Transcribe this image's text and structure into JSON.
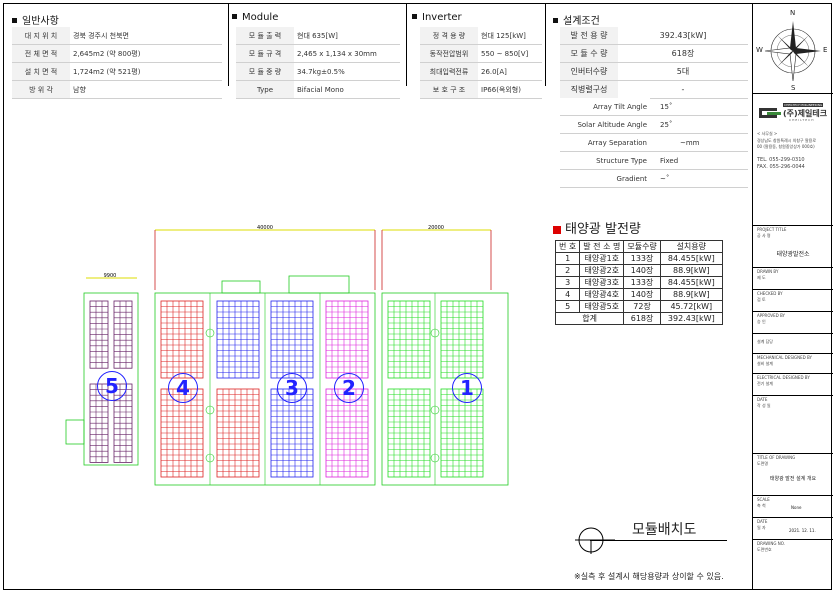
{
  "general": {
    "title": "일반사항",
    "rows": [
      {
        "k": "대 지 위 치",
        "v": "경북 경주시 천북면"
      },
      {
        "k": "전 체 면 적",
        "v": "2,645m2 (약 800평)"
      },
      {
        "k": "설 치 면 적",
        "v": "1,724m2 (약 521평)"
      },
      {
        "k": "방 위 각",
        "v": "남향"
      }
    ]
  },
  "module": {
    "title": "Module",
    "rows": [
      {
        "k": "모 듈 출 력",
        "v": "현대 635[W]"
      },
      {
        "k": "모 듈 규 격",
        "v": "2,465 x 1,134 x 30mm"
      },
      {
        "k": "모 듈 중 량",
        "v": "34.7kg±0.5%"
      },
      {
        "k": "Type",
        "v": "Bifacial Mono"
      }
    ]
  },
  "inverter": {
    "title": "Inverter",
    "rows": [
      {
        "k": "정 격 용 량",
        "v": "현대 125[kW]"
      },
      {
        "k": "동작전압범위",
        "v": "550 ~ 850[V]"
      },
      {
        "k": "최대입력전류",
        "v": "26.0[A]"
      },
      {
        "k": "보 호 구 조",
        "v": "IP66(옥외형)"
      }
    ]
  },
  "design": {
    "title": "설계조건",
    "rows": [
      {
        "k": "발 전 용 량",
        "v": "392.43[kW]"
      },
      {
        "k": "모 듈 수 량",
        "v": "618장"
      },
      {
        "k": "인버터수량",
        "v": "5대"
      },
      {
        "k": "직병렬구성",
        "v": "-"
      }
    ],
    "rows2": [
      {
        "k": "Array Tilt Angle",
        "v": "15˚"
      },
      {
        "k": "Solar Altitude Angle",
        "v": "25˚"
      },
      {
        "k": "Array Separation",
        "v": "~mm"
      },
      {
        "k": "Structure Type",
        "v": "Fixed"
      },
      {
        "k": "Gradient",
        "v": "~˚"
      }
    ]
  },
  "generation": {
    "title": "태양광 발전량",
    "headers": [
      "번 호",
      "발 전 소 명",
      "모듈수량",
      "설치용량"
    ],
    "rows": [
      [
        "1",
        "태양광1호",
        "133장",
        "84.455[kW]"
      ],
      [
        "2",
        "태양광2호",
        "140장",
        "88.9[kW]"
      ],
      [
        "3",
        "태양광3호",
        "133장",
        "84.455[kW]"
      ],
      [
        "4",
        "태양광4호",
        "140장",
        "88.9[kW]"
      ],
      [
        "5",
        "태양광5호",
        "72장",
        "45.72[kW]"
      ]
    ],
    "total": [
      "합계",
      "618장",
      "392.43[kW]"
    ]
  },
  "drawing": {
    "dims": {
      "d1": "9900",
      "d2": "40000",
      "d3": "20000"
    },
    "array_labels": [
      "1",
      "2",
      "3",
      "4",
      "5"
    ],
    "colors": {
      "a1": "#22dd22",
      "a2": "#dd22dd",
      "a3": "#2222ee",
      "a4": "#dd2222",
      "a5": "#662266",
      "outline": "#22cc22",
      "dim": "#dddd00",
      "boundary": "#cc2222"
    },
    "layout_title": "모듈배치도",
    "note": "※실측 후 설계시 해당용량과 상이할 수 있음."
  },
  "titleblock": {
    "compass": {
      "n": "N",
      "s": "S",
      "e": "E",
      "w": "W"
    },
    "company_sub": "CHEILTECH ENGINEERING",
    "company": "(주)제일테크",
    "company_en": "CHEILTECH",
    "office_label": "< 사무실 >",
    "address1": "경상남도 창원특례시 의창구 팔용로",
    "address2": "00 (팔용동, 창원중앙상가 000호)",
    "tel": "TEL. 055-299-0310",
    "fax": "FAX. 055-296-0044",
    "project_label": "PROJECT TITLE",
    "project_sub": "공 사 명",
    "project_name": "태양광발전소",
    "drawn_label": "DRAWN BY",
    "drawn_sub": "제 도",
    "checked_label": "CHECKED BY",
    "checked_sub": "검 토",
    "approved_label": "APPROVED BY",
    "approved_sub": "승 인",
    "manager_label": "설계 담당",
    "mech_label": "MECHANICAL DESIGNED BY",
    "mech_sub": "설비 설계",
    "elec_label": "ELECTRICAL DESIGNED BY",
    "elec_sub": "전기 설계",
    "date_label": "DATE",
    "date_sub": "작 성 일",
    "dwg_title_label": "TITLE OF DRAWING",
    "dwg_title_sub": "도면명",
    "dwg_title": "태양광 발전 설계 개요",
    "scale_label": "SCALE",
    "scale_sub": "축 척",
    "scale_value": "None",
    "date2_label": "DATE",
    "date2_sub": "일 자",
    "date2_value": "2021. 12. 11.",
    "dwgno_label": "DRAWING NO.",
    "dwgno_sub": "도면번호"
  }
}
